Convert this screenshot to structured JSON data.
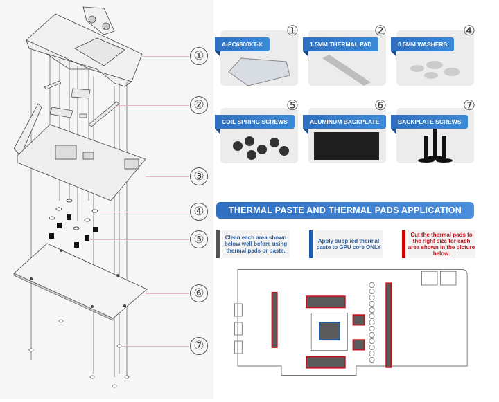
{
  "exploded_view": {
    "callouts": [
      "①",
      "②",
      "③",
      "④",
      "⑤",
      "⑥",
      "⑦"
    ]
  },
  "parts": [
    {
      "number": "①",
      "label": "A-PC6800XT-X",
      "item": "water-block"
    },
    {
      "number": "②",
      "label": "1.5MM THERMAL PAD",
      "item": "thermal-pad"
    },
    {
      "number": "④",
      "label": "0.5MM WASHERS",
      "item": "washers"
    },
    {
      "number": "⑤",
      "label": "COIL SPRING SCREWS",
      "item": "coil-spring-screws"
    },
    {
      "number": "⑥",
      "label": "ALUMINUM BACKPLATE",
      "item": "backplate"
    },
    {
      "number": "⑦",
      "label": "BACKPLATE SCREWS",
      "item": "backplate-screws"
    }
  ],
  "application": {
    "title": "THERMAL PASTE AND THERMAL PADS APPLICATION",
    "notes": [
      {
        "text": "Clean each area shown below well before using thermal pads or paste.",
        "bar_color": "#555555",
        "text_color": "#2f5f9a"
      },
      {
        "text": "Apply supplied thermal paste to GPU core ONLY",
        "bar_color": "#1f5fb0",
        "text_color": "#2f5f9a"
      },
      {
        "text": "Cut the thermal pads to the right size for each area shown in the picture below.",
        "bar_color": "#d40000",
        "text_color": "#c0151f"
      }
    ]
  },
  "colors": {
    "accent_blue": "#2f6fc0",
    "pad_red": "#c0151f",
    "core_blue": "#1f5fb0",
    "pad_fill": "#5a5a5a"
  }
}
